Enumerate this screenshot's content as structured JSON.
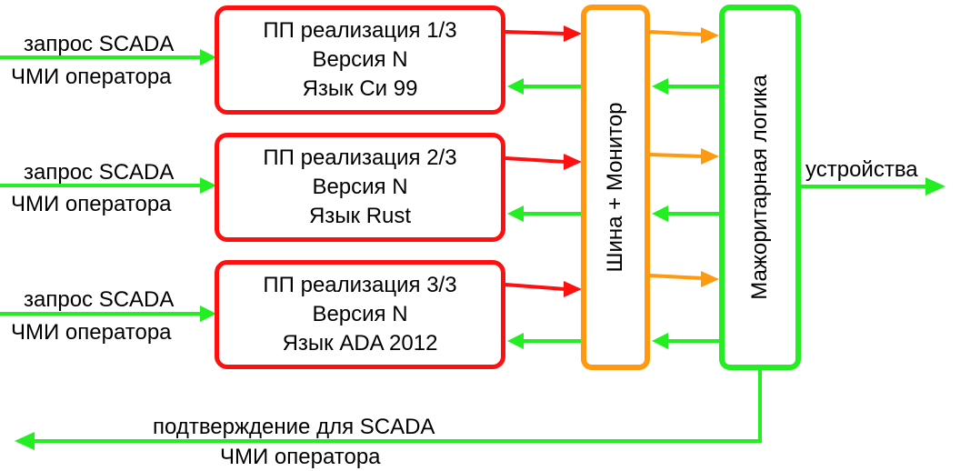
{
  "inputs": [
    {
      "line1": "запрос SCADA",
      "line2": "ЧМИ  оператора"
    },
    {
      "line1": "запрос SCADA",
      "line2": "ЧМИ  оператора"
    },
    {
      "line1": "запрос SCADA",
      "line2": "ЧМИ  оператора"
    }
  ],
  "implementations": [
    {
      "title": "ПП реализация 1/3",
      "version": "Версия N",
      "language": "Язык Си 99"
    },
    {
      "title": "ПП реализация 2/3",
      "version": "Версия N",
      "language": "Язык Rust"
    },
    {
      "title": "ПП реализация 3/3",
      "version": "Версия N",
      "language": "Язык ADA 2012"
    }
  ],
  "bus": {
    "label": "Шина + Монитор"
  },
  "voter": {
    "label": "Мажоритарная логика"
  },
  "output": {
    "label": "устройства"
  },
  "feedback": {
    "line1": "подтверждение для SCADA",
    "line2": "ЧМИ  оператора"
  },
  "colors": {
    "implementation_border": "#ff1010",
    "bus_border": "#ff9a10",
    "voter_border": "#22ee22",
    "arrow_red": "#ff1010",
    "arrow_orange": "#ff9a10",
    "arrow_green": "#22ee22"
  }
}
